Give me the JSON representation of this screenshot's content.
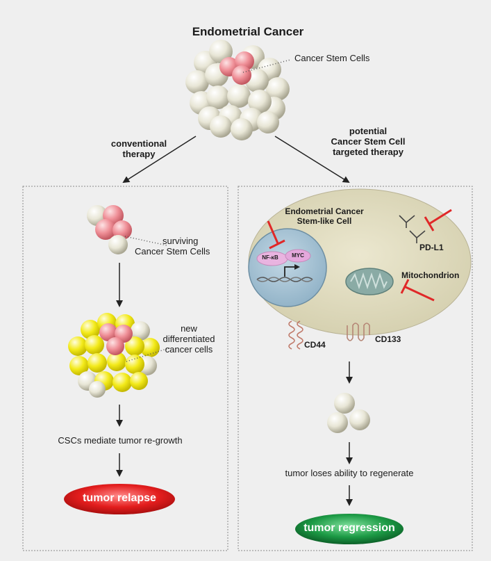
{
  "title": "Endometrial Cancer",
  "labels": {
    "csc": "Cancer Stem Cells",
    "conventional_therapy": [
      "conventional",
      "therapy"
    ],
    "targeted_therapy": [
      "potential",
      "Cancer Stem Cell",
      "targeted therapy"
    ],
    "surviving": [
      "surviving",
      "Cancer Stem Cells"
    ],
    "new_cells": [
      "new",
      "differentiated",
      "cancer cells"
    ],
    "regrowth": "CSCs mediate tumor re-growth",
    "relapse": "tumor relapse",
    "stem_like_cell": [
      "Endometrial Cancer",
      "Stem-like Cell"
    ],
    "pdl1": "PD-L1",
    "mitochondrion": "Mitochondrion",
    "nfkb": "NF-κB",
    "myc": "MYC",
    "cd44": "CD44",
    "cd133": "CD133",
    "loses_ability": "tumor loses ability to regenerate",
    "regression": "tumor regression"
  },
  "colors": {
    "background": "#efefef",
    "white_cell": "#e6e4d2",
    "stem_cell": "#ef8f97",
    "differentiated_cell": "#f2e800",
    "cell_body": "#ddd9bc",
    "nucleus": "#a9c5d6",
    "mitochondrion": "#8aaba5",
    "inhibitor": "#e02828",
    "relapse": "#e01919",
    "regression": "#1a8a3e",
    "receptor": "#c07a6a"
  }
}
